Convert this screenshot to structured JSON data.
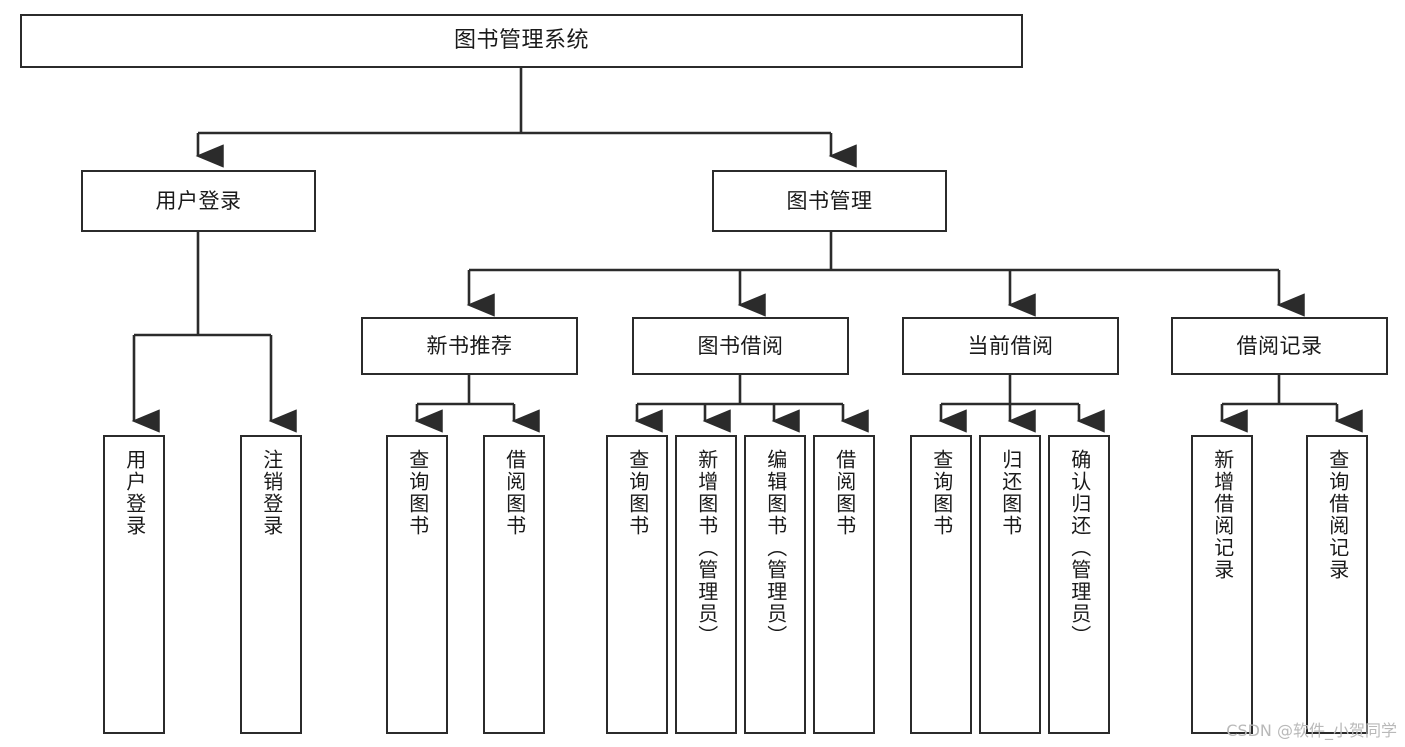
{
  "diagram": {
    "type": "tree",
    "title": "图书管理系统",
    "colors": {
      "box_border": "#2b2b2b",
      "box_fill": "#ffffff",
      "connector": "#2b2b2b",
      "text": "#1a1a1a",
      "watermark": "#b9b9b9",
      "background": "#ffffff"
    },
    "root": {
      "label": "图书管理系统"
    },
    "level1": [
      {
        "label": "用户登录"
      },
      {
        "label": "图书管理"
      }
    ],
    "level2": [
      {
        "label": "新书推荐"
      },
      {
        "label": "图书借阅"
      },
      {
        "label": "当前借阅"
      },
      {
        "label": "借阅记录"
      }
    ],
    "leaves": {
      "user_login": [
        {
          "label": "用户登录"
        },
        {
          "label": "注销登录"
        }
      ],
      "new_book_recommend": [
        {
          "label": "查询图书"
        },
        {
          "label": "借阅图书"
        }
      ],
      "book_borrow": [
        {
          "label": "查询图书"
        },
        {
          "label": "新增图书（管理员）"
        },
        {
          "label": "编辑图书（管理员）"
        },
        {
          "label": "借阅图书"
        }
      ],
      "current_borrow": [
        {
          "label": "查询图书"
        },
        {
          "label": "归还图书"
        },
        {
          "label": "确认归还（管理员）"
        }
      ],
      "borrow_record": [
        {
          "label": "新增借阅记录"
        },
        {
          "label": "查询借阅记录"
        }
      ]
    }
  },
  "watermark": {
    "text": "CSDN @软件_小贺同学"
  }
}
